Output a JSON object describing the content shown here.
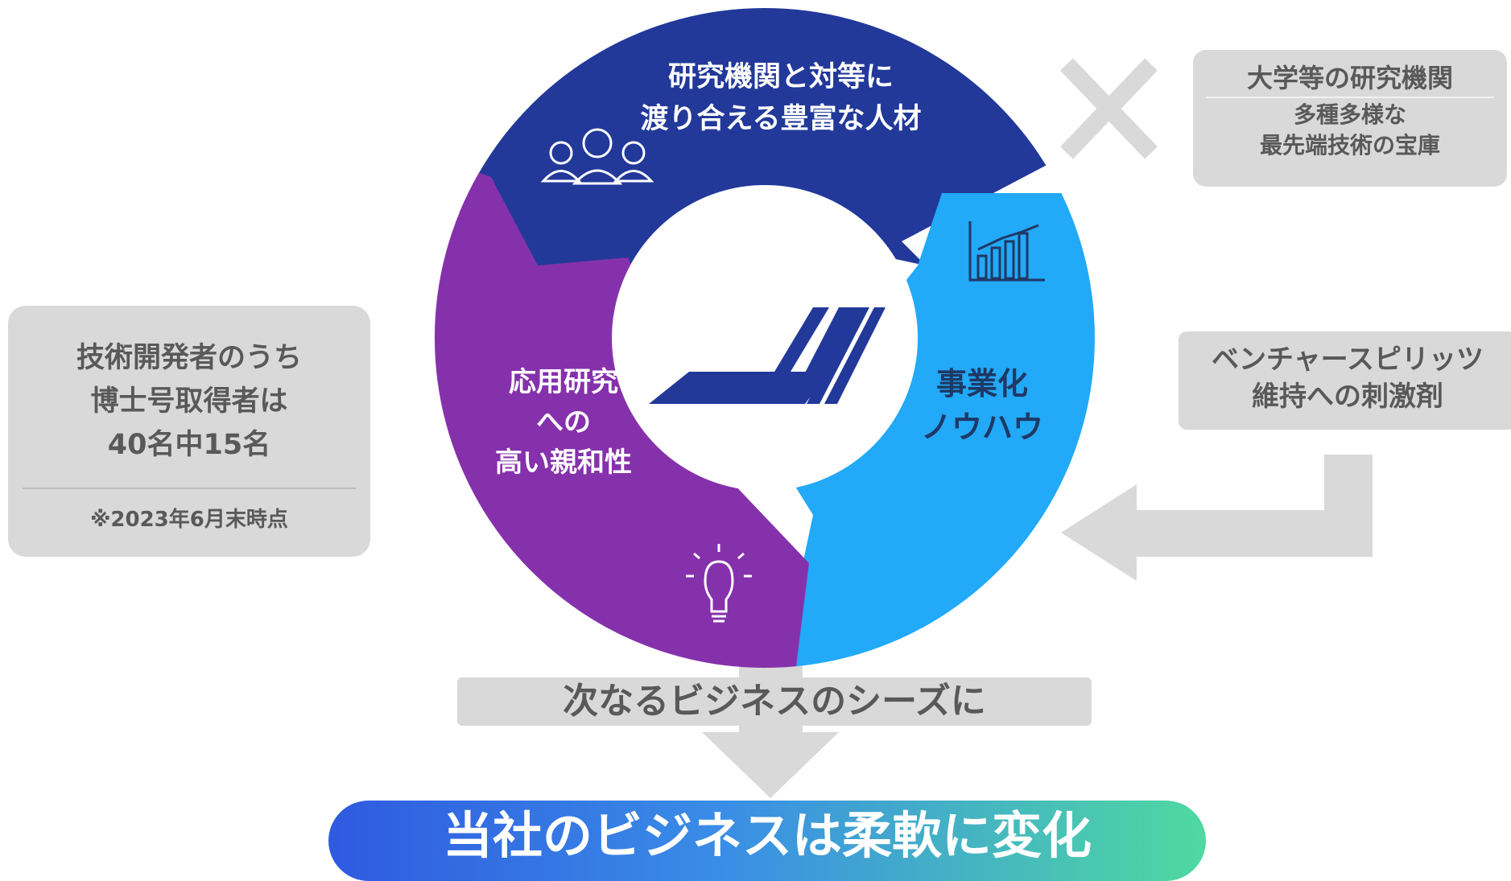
{
  "cycle": {
    "top_label": [
      "研究機関と対等に",
      "渡り合える豊富な人材"
    ],
    "left_label": [
      "応用研究",
      "への",
      "高い親和性"
    ],
    "right_label": [
      "事業化",
      "ノウハウ"
    ],
    "colors": {
      "top": "#22399a",
      "left": "#8631ac",
      "right": "#22a9f7",
      "logo": "#22399a"
    }
  },
  "left_box": {
    "main": [
      "技術開発者のうち",
      "博士号取得者は",
      "40名中15名"
    ],
    "note": "※2023年6月末時点"
  },
  "top_right_box": {
    "title": "大学等の研究機関",
    "sub": [
      "多種多様な",
      "最先端技術の宝庫"
    ]
  },
  "mid_right_box": {
    "text": [
      "ベンチャースピリッツ",
      "維持への刺激剤"
    ]
  },
  "caption": "次なるビジネスのシーズに",
  "banner": "当社のビジネスは柔軟に変化"
}
